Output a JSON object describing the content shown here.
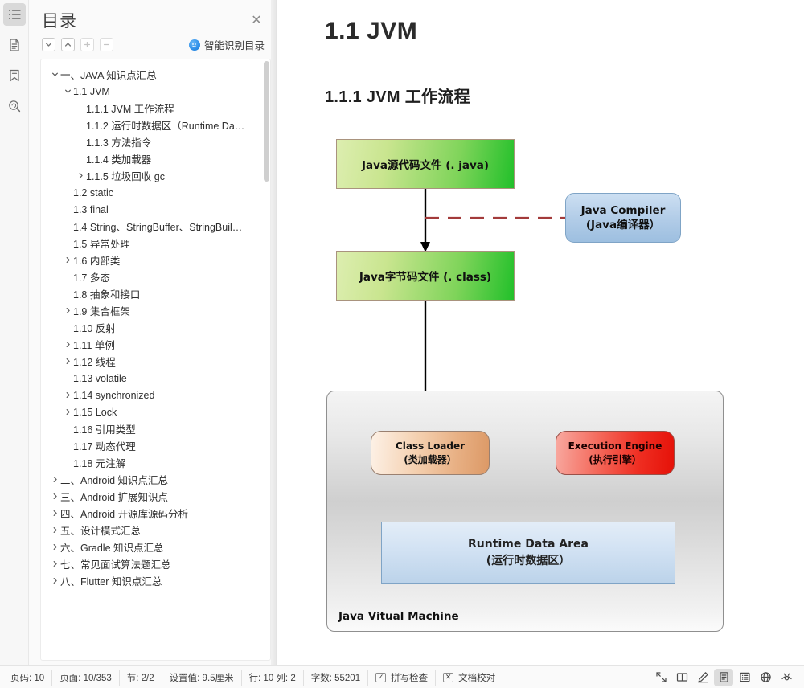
{
  "rail": {
    "items": [
      {
        "icon": "outline-list-icon",
        "name": "rail-outline",
        "active": true
      },
      {
        "icon": "document-icon",
        "name": "rail-document",
        "active": false
      },
      {
        "icon": "bookmark-icon",
        "name": "rail-bookmark",
        "active": false
      },
      {
        "icon": "search-icon",
        "name": "rail-search",
        "active": false
      }
    ]
  },
  "outline": {
    "title": "目录",
    "close_label": "✕",
    "toolbar": {
      "collapse_down_label": "⌄",
      "expand_up_label": "⌃",
      "plus_label": "+",
      "minus_label": "−",
      "smart_label": "智能识别目录"
    },
    "items": [
      {
        "label": "一、JAVA 知识点汇总",
        "indent": 0,
        "caret": "down"
      },
      {
        "label": "1.1 JVM",
        "indent": 1,
        "caret": "down"
      },
      {
        "label": "1.1.1 JVM  工作流程",
        "indent": 2,
        "caret": "none"
      },
      {
        "label": "1.1.2  运行时数据区（Runtime Da…",
        "indent": 2,
        "caret": "none"
      },
      {
        "label": "1.1.3  方法指令",
        "indent": 2,
        "caret": "none"
      },
      {
        "label": "1.1.4  类加载器",
        "indent": 2,
        "caret": "none"
      },
      {
        "label": "1.1.5  垃圾回收  gc",
        "indent": 2,
        "caret": "right"
      },
      {
        "label": "1.2 static",
        "indent": 1,
        "caret": "none"
      },
      {
        "label": "1.3 final",
        "indent": 1,
        "caret": "none"
      },
      {
        "label": "1.4 String、StringBuffer、StringBuil…",
        "indent": 1,
        "caret": "none"
      },
      {
        "label": "1.5  异常处理",
        "indent": 1,
        "caret": "none"
      },
      {
        "label": "1.6  内部类",
        "indent": 1,
        "caret": "right"
      },
      {
        "label": "1.7  多态",
        "indent": 1,
        "caret": "none"
      },
      {
        "label": "1.8  抽象和接口",
        "indent": 1,
        "caret": "none"
      },
      {
        "label": "1.9  集合框架",
        "indent": 1,
        "caret": "right"
      },
      {
        "label": "1.10  反射",
        "indent": 1,
        "caret": "none"
      },
      {
        "label": "1.11  单例",
        "indent": 1,
        "caret": "right"
      },
      {
        "label": "1.12  线程",
        "indent": 1,
        "caret": "right"
      },
      {
        "label": "1.13 volatile",
        "indent": 1,
        "caret": "none"
      },
      {
        "label": "1.14 synchronized",
        "indent": 1,
        "caret": "right"
      },
      {
        "label": "1.15 Lock",
        "indent": 1,
        "caret": "right"
      },
      {
        "label": "1.16  引用类型",
        "indent": 1,
        "caret": "none"
      },
      {
        "label": "1.17  动态代理",
        "indent": 1,
        "caret": "none"
      },
      {
        "label": "1.18  元注解",
        "indent": 1,
        "caret": "none"
      },
      {
        "label": "二、Android 知识点汇总",
        "indent": 0,
        "caret": "right"
      },
      {
        "label": "三、Android 扩展知识点",
        "indent": 0,
        "caret": "right"
      },
      {
        "label": "四、Android 开源库源码分析",
        "indent": 0,
        "caret": "right"
      },
      {
        "label": "五、设计模式汇总",
        "indent": 0,
        "caret": "right"
      },
      {
        "label": "六、Gradle 知识点汇总",
        "indent": 0,
        "caret": "right"
      },
      {
        "label": "七、常见面试算法题汇总",
        "indent": 0,
        "caret": "right"
      },
      {
        "label": "八、Flutter 知识点汇总",
        "indent": 0,
        "caret": "right"
      }
    ]
  },
  "document": {
    "heading1": "1.1 JVM",
    "heading2": "1.1.1 JVM  工作流程",
    "diagram": {
      "nodes": {
        "source_file": "Java源代码文件 (. java)",
        "bytecode_file": "Java字节码文件 (. class)",
        "compiler_line1": "Java Compiler",
        "compiler_line2": "(Java编译器）",
        "class_loader_line1": "Class Loader",
        "class_loader_line2": "(类加载器）",
        "execution_engine_line1": "Execution Engine",
        "execution_engine_line2": "(执行引擎）",
        "runtime_area_line1": "Runtime  Data  Area",
        "runtime_area_line2": "(运行时数据区）",
        "jvm_container": "Java Vitual Machine"
      },
      "colors": {
        "source_green_from": "#ddeeb0",
        "source_green_to": "#22c02a",
        "compiler_blue": "#b3cde8",
        "class_loader_orange": "#e8b084",
        "execution_engine_red": "#ef2e22",
        "runtime_area_blue": "#d2e2f3",
        "dashed_line": "#a33b3b"
      }
    }
  },
  "statusbar": {
    "cells": [
      {
        "label": "页码: 10",
        "name": "status-page-number"
      },
      {
        "label": "页面: 10/353",
        "name": "status-page-of-total"
      },
      {
        "label": "节: 2/2",
        "name": "status-section"
      },
      {
        "label": "设置值: 9.5厘米",
        "name": "status-measure"
      },
      {
        "label": "行: 10   列: 2",
        "name": "status-line-column"
      },
      {
        "label": "字数: 55201",
        "name": "status-word-count"
      }
    ],
    "spell_check": "拼写检查",
    "doc_proof": "文档校对",
    "view_buttons": [
      {
        "icon": "fullscreen-icon",
        "name": "view-fullscreen",
        "active": false
      },
      {
        "icon": "two-page-icon",
        "name": "view-two-page",
        "active": false
      },
      {
        "icon": "pen-edit-icon",
        "name": "view-pen-edit",
        "active": false
      },
      {
        "icon": "page-view-icon",
        "name": "view-page",
        "active": true
      },
      {
        "icon": "outline-view-icon",
        "name": "view-outline",
        "active": false
      },
      {
        "icon": "web-view-icon",
        "name": "view-web",
        "active": false
      },
      {
        "icon": "eye-view-icon",
        "name": "view-eye",
        "active": false
      }
    ]
  }
}
